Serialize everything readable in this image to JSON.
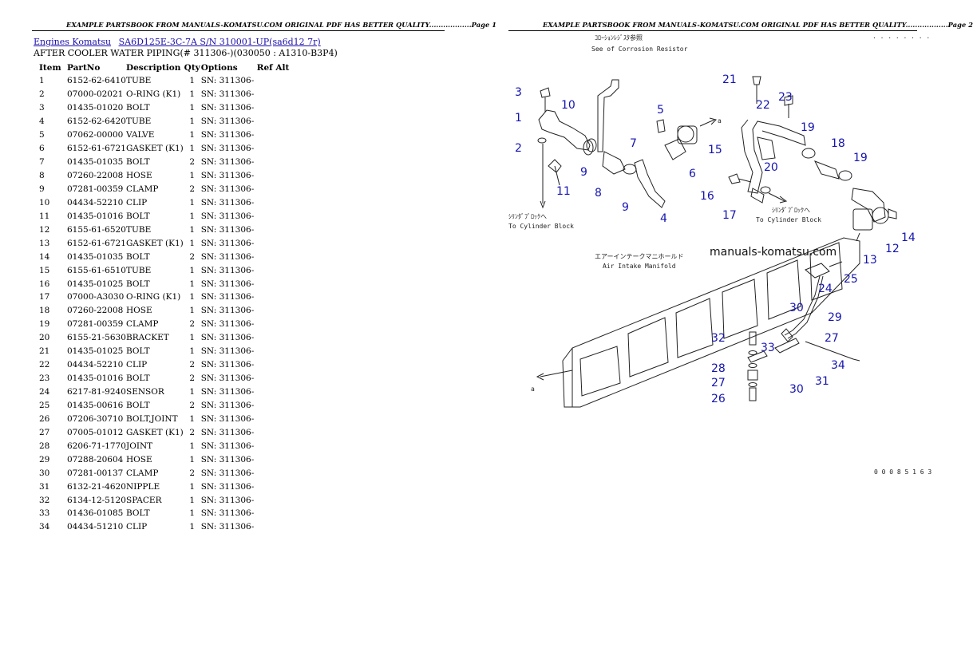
{
  "header": {
    "left": "EXAMPLE PARTSBOOK FROM MANUALS-KOMATSU.COM ORIGINAL PDF HAS BETTER QUALITY..................Page 1",
    "right": "EXAMPLE PARTSBOOK FROM MANUALS-KOMATSU.COM ORIGINAL PDF HAS BETTER QUALITY..................Page 2"
  },
  "breadcrumb": {
    "engines": "Engines Komatsu",
    "model": "SA6D125E-3C-7A S/N 310001-UP(sa6d12 7r)"
  },
  "subtitle": "AFTER COOLER WATER PIPING(# 311306-)(030050 : A1310-B3P4)",
  "columns": [
    "Item",
    "PartNo",
    "Description",
    "Qty",
    "Options",
    "Ref Alt"
  ],
  "rows": [
    [
      "1",
      "6152-62-6410",
      "TUBE",
      "1",
      "SN: 311306-"
    ],
    [
      "2",
      "07000-02021",
      "O-RING (K1)",
      "1",
      "SN: 311306-"
    ],
    [
      "3",
      "01435-01020",
      "BOLT",
      "1",
      "SN: 311306-"
    ],
    [
      "4",
      "6152-62-6420",
      "TUBE",
      "1",
      "SN: 311306-"
    ],
    [
      "5",
      "07062-00000",
      "VALVE",
      "1",
      "SN: 311306-"
    ],
    [
      "6",
      "6152-61-6721",
      "GASKET (K1)",
      "1",
      "SN: 311306-"
    ],
    [
      "7",
      "01435-01035",
      "BOLT",
      "2",
      "SN: 311306-"
    ],
    [
      "8",
      "07260-22008",
      "HOSE",
      "1",
      "SN: 311306-"
    ],
    [
      "9",
      "07281-00359",
      "CLAMP",
      "2",
      "SN: 311306-"
    ],
    [
      "10",
      "04434-52210",
      "CLIP",
      "1",
      "SN: 311306-"
    ],
    [
      "11",
      "01435-01016",
      "BOLT",
      "1",
      "SN: 311306-"
    ],
    [
      "12",
      "6155-61-6520",
      "TUBE",
      "1",
      "SN: 311306-"
    ],
    [
      "13",
      "6152-61-6721",
      "GASKET (K1)",
      "1",
      "SN: 311306-"
    ],
    [
      "14",
      "01435-01035",
      "BOLT",
      "2",
      "SN: 311306-"
    ],
    [
      "15",
      "6155-61-6510",
      "TUBE",
      "1",
      "SN: 311306-"
    ],
    [
      "16",
      "01435-01025",
      "BOLT",
      "1",
      "SN: 311306-"
    ],
    [
      "17",
      "07000-A3030",
      "O-RING (K1)",
      "1",
      "SN: 311306-"
    ],
    [
      "18",
      "07260-22008",
      "HOSE",
      "1",
      "SN: 311306-"
    ],
    [
      "19",
      "07281-00359",
      "CLAMP",
      "2",
      "SN: 311306-"
    ],
    [
      "20",
      "6155-21-5630",
      "BRACKET",
      "1",
      "SN: 311306-"
    ],
    [
      "21",
      "01435-01025",
      "BOLT",
      "1",
      "SN: 311306-"
    ],
    [
      "22",
      "04434-52210",
      "CLIP",
      "2",
      "SN: 311306-"
    ],
    [
      "23",
      "01435-01016",
      "BOLT",
      "2",
      "SN: 311306-"
    ],
    [
      "24",
      "6217-81-9240",
      "SENSOR",
      "1",
      "SN: 311306-"
    ],
    [
      "25",
      "01435-00616",
      "BOLT",
      "2",
      "SN: 311306-"
    ],
    [
      "26",
      "07206-30710",
      "BOLT,JOINT",
      "1",
      "SN: 311306-"
    ],
    [
      "27",
      "07005-01012",
      "GASKET (K1)",
      "2",
      "SN: 311306-"
    ],
    [
      "28",
      "6206-71-1770",
      "JOINT",
      "1",
      "SN: 311306-"
    ],
    [
      "29",
      "07288-20604",
      "HOSE",
      "1",
      "SN: 311306-"
    ],
    [
      "30",
      "07281-00137",
      "CLAMP",
      "2",
      "SN: 311306-"
    ],
    [
      "31",
      "6132-21-4620",
      "NIPPLE",
      "1",
      "SN: 311306-"
    ],
    [
      "32",
      "6134-12-5120",
      "SPACER",
      "1",
      "SN: 311306-"
    ],
    [
      "33",
      "01436-01085",
      "BOLT",
      "1",
      "SN: 311306-"
    ],
    [
      "34",
      "04434-51210",
      "CLIP",
      "1",
      "SN: 311306-"
    ]
  ],
  "diagram": {
    "label_corrosion_jp": "ｺﾛｰｼｮﾝﾚｼﾞｽﾀ参照",
    "label_corrosion": "See of Corrosion Resistor",
    "label_cyl_jp": "ｼﾘﾝﾀﾞﾌﾞﾛｯｸへ",
    "label_cyl": "To Cylinder Block",
    "label_cyl_jp2": "ｼﾘﾝﾀﾞﾌﾞﾛｯｸへ",
    "label_cyl2": "To Cylinder Block",
    "label_manifold_jp": "エアーインテークマニホールド",
    "label_manifold": "Air Intake Manifold",
    "watermark": "manuals-komatsu.com",
    "arrow_a1": "a",
    "arrow_a2": "a",
    "code": "0 0 0 8 5 1 6 3",
    "dots": ". . . . . . . .",
    "callouts": [
      "1",
      "2",
      "3",
      "4",
      "5",
      "6",
      "7",
      "8",
      "9",
      "9",
      "10",
      "11",
      "12",
      "13",
      "14",
      "15",
      "16",
      "17",
      "18",
      "19",
      "19",
      "20",
      "21",
      "22",
      "23",
      "24",
      "25",
      "26",
      "27",
      "27",
      "28",
      "29",
      "30",
      "30",
      "31",
      "32",
      "33",
      "34"
    ]
  }
}
